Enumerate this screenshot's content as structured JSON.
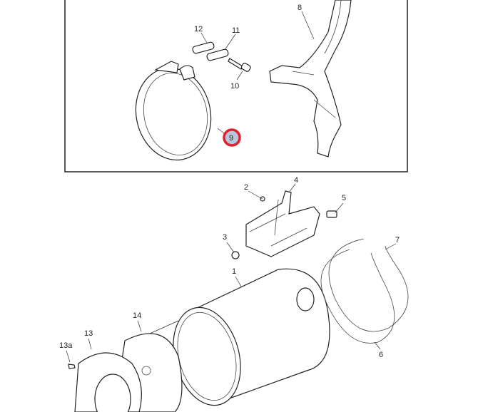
{
  "diagram": {
    "inset_labels": {
      "p8": "8",
      "p12": "12",
      "p11": "11",
      "p10": "10",
      "p9": "9"
    },
    "main_labels": {
      "p1": "1",
      "p2": "2",
      "p3": "3",
      "p4": "4",
      "p5": "5",
      "p6": "6",
      "p7": "7",
      "p13": "13",
      "p13a": "13a",
      "p14": "14"
    },
    "highlight_color": "#e0202a",
    "highlight_fill": "#b9c6dc",
    "selected_part": "9"
  }
}
